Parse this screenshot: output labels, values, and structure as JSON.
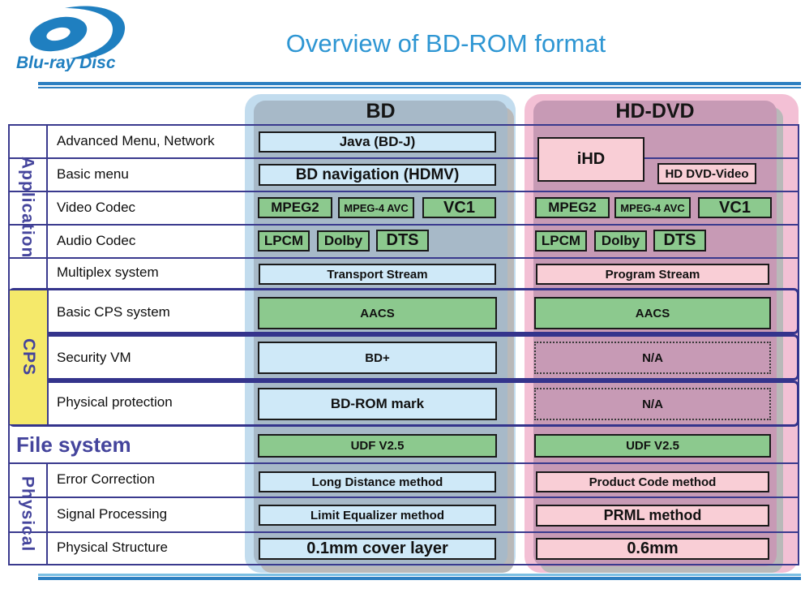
{
  "header": {
    "logo_brand": "Blu-ray Disc",
    "title": "Overview of BD-ROM format"
  },
  "columns": {
    "bd_header": "BD",
    "hddvd_header": "HD-DVD"
  },
  "sections": {
    "application": "Application",
    "cps": "CPS",
    "file_system": "File system",
    "physical": "Physical"
  },
  "rows": {
    "advanced_menu": {
      "label": "Advanced Menu, Network",
      "bd": "Java (BD-J)"
    },
    "basic_menu": {
      "label": "Basic menu",
      "bd": "BD navigation (HDMV)"
    },
    "hd_menu": {
      "ihd": "iHD",
      "hd_dvd_video": "HD DVD-Video"
    },
    "video_codec": {
      "label": "Video Codec",
      "codecs": [
        "MPEG2",
        "MPEG-4 AVC",
        "VC1"
      ]
    },
    "audio_codec": {
      "label": "Audio Codec",
      "codecs": [
        "LPCM",
        "Dolby",
        "DTS"
      ]
    },
    "multiplex": {
      "label": "Multiplex system",
      "bd": "Transport Stream",
      "hd": "Program Stream"
    },
    "basic_cps": {
      "label": "Basic CPS system",
      "bd": "AACS",
      "hd": "AACS"
    },
    "security_vm": {
      "label": "Security VM",
      "bd": "BD+",
      "hd": "N/A"
    },
    "physical_protection": {
      "label": "Physical protection",
      "bd": "BD-ROM mark",
      "hd": "N/A"
    },
    "file_system": {
      "bd": "UDF V2.5",
      "hd": "UDF V2.5"
    },
    "error_correction": {
      "label": "Error Correction",
      "bd": "Long Distance method",
      "hd": "Product Code method"
    },
    "signal_processing": {
      "label": "Signal Processing",
      "bd": "Limit Equalizer method",
      "hd": "PRML method"
    },
    "physical_structure": {
      "label": "Physical Structure",
      "bd": "0.1mm cover layer",
      "hd": "0.6mm"
    }
  },
  "colors": {
    "title_blue": "#2e96d3",
    "line_navy": "#3a3a8e",
    "bd_outer": "#c2dcee",
    "bd_inner": "#a7b9c8",
    "hddvd_outer": "#f3c0d5",
    "hddvd_inner": "#c79ab5",
    "item_blue": "#cfe9f8",
    "item_pink": "#f9ced6",
    "item_green": "#8cc98e",
    "cps_yellow": "#f5e96a",
    "rule_blue": "#2d7fc1",
    "rule_light_blue": "#7bbfe3",
    "logo_blue": "#1f7fc0"
  }
}
